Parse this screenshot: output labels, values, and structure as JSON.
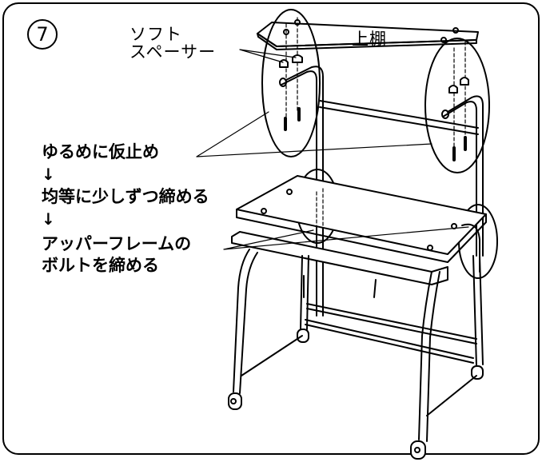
{
  "step_number": "7",
  "labels": {
    "top_shelf": "上棚",
    "soft_spacer_line1": "ソフト",
    "soft_spacer_line2": "スペーサー",
    "loose_fasten": "ゆるめに仮止め",
    "tighten_evenly": "均等に少しずつ締める",
    "upper_frame_line1": "アッパーフレームの",
    "upper_frame_line2": "ボルトを締める"
  },
  "arrows": [
    "↓",
    "↓"
  ],
  "icons": [
    "down-arrow-icon"
  ],
  "colors": {
    "ink": "#000000",
    "background": "#ffffff"
  }
}
